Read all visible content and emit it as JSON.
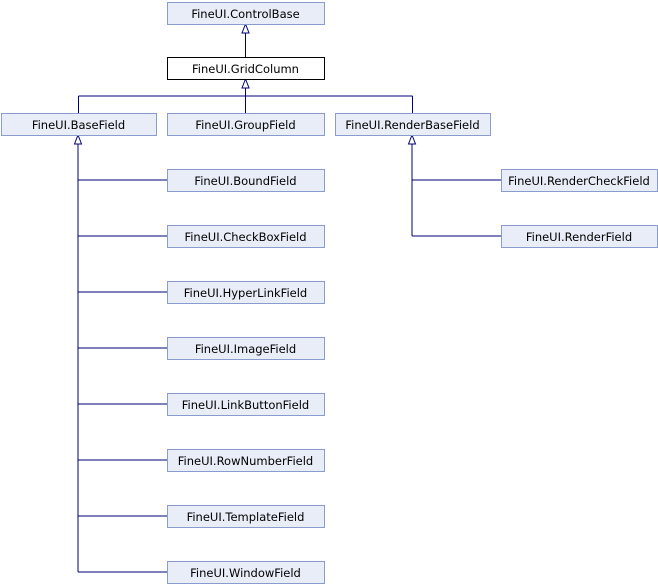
{
  "diagram": {
    "type": "class-inheritance",
    "nodes": {
      "control_base": "FineUI.ControlBase",
      "grid_column": "FineUI.GridColumn",
      "base_field": "FineUI.BaseField",
      "group_field": "FineUI.GroupField",
      "render_base_field": "FineUI.RenderBaseField",
      "bound_field": "FineUI.BoundField",
      "checkbox_field": "FineUI.CheckBoxField",
      "hyperlink_field": "FineUI.HyperLinkField",
      "image_field": "FineUI.ImageField",
      "linkbutton_field": "FineUI.LinkButtonField",
      "rownumber_field": "FineUI.RowNumberField",
      "template_field": "FineUI.TemplateField",
      "window_field": "FineUI.WindowField",
      "rendercheck_field": "FineUI.RenderCheckField",
      "render_field": "FineUI.RenderField"
    },
    "current_node": "grid_column",
    "edges": [
      [
        "grid_column",
        "control_base"
      ],
      [
        "base_field",
        "grid_column"
      ],
      [
        "group_field",
        "grid_column"
      ],
      [
        "render_base_field",
        "grid_column"
      ],
      [
        "bound_field",
        "base_field"
      ],
      [
        "checkbox_field",
        "base_field"
      ],
      [
        "hyperlink_field",
        "base_field"
      ],
      [
        "image_field",
        "base_field"
      ],
      [
        "linkbutton_field",
        "base_field"
      ],
      [
        "rownumber_field",
        "base_field"
      ],
      [
        "template_field",
        "base_field"
      ],
      [
        "window_field",
        "base_field"
      ],
      [
        "rendercheck_field",
        "render_base_field"
      ],
      [
        "render_field",
        "render_base_field"
      ]
    ],
    "colors": {
      "node_fill": "#e8edf7",
      "node_border": "#8a9ccf",
      "current_fill": "#ffffff",
      "current_border": "#000000",
      "edge": "#00007a"
    }
  }
}
